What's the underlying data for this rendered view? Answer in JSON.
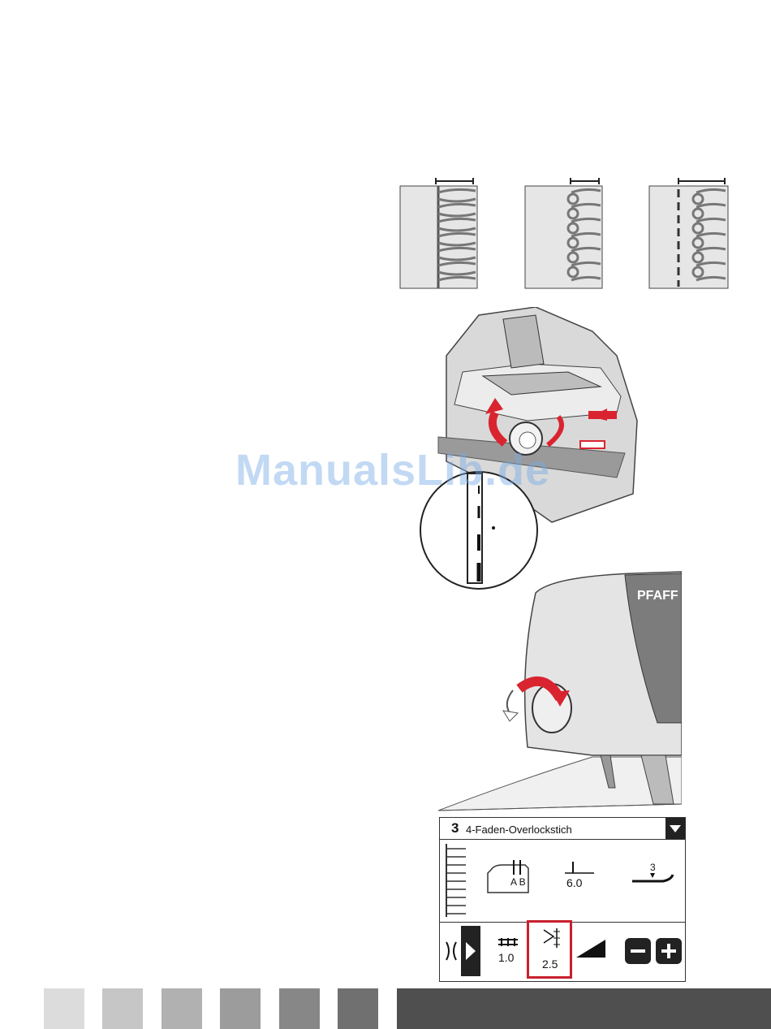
{
  "watermark": "ManualsLib.de",
  "illustrations": {
    "stitch_samples": [
      "stitch-sample-wide",
      "stitch-sample-right-needle",
      "stitch-sample-left-needle"
    ],
    "machine_brand": "PFAFF"
  },
  "panel": {
    "stitch_number": "3",
    "stitch_name": "4-Faden-Overlockstich",
    "needle_labels": "A B",
    "cut_width_value": "6.0",
    "presser_foot_pressure": "3",
    "stitch_length_value": "1.0",
    "differential_feed_value": "2.5"
  },
  "footer_colors": [
    "#dcdcdc",
    "#c6c6c6",
    "#b1b1b1",
    "#9c9c9c",
    "#878787",
    "#707070",
    "#4f4f4f"
  ]
}
